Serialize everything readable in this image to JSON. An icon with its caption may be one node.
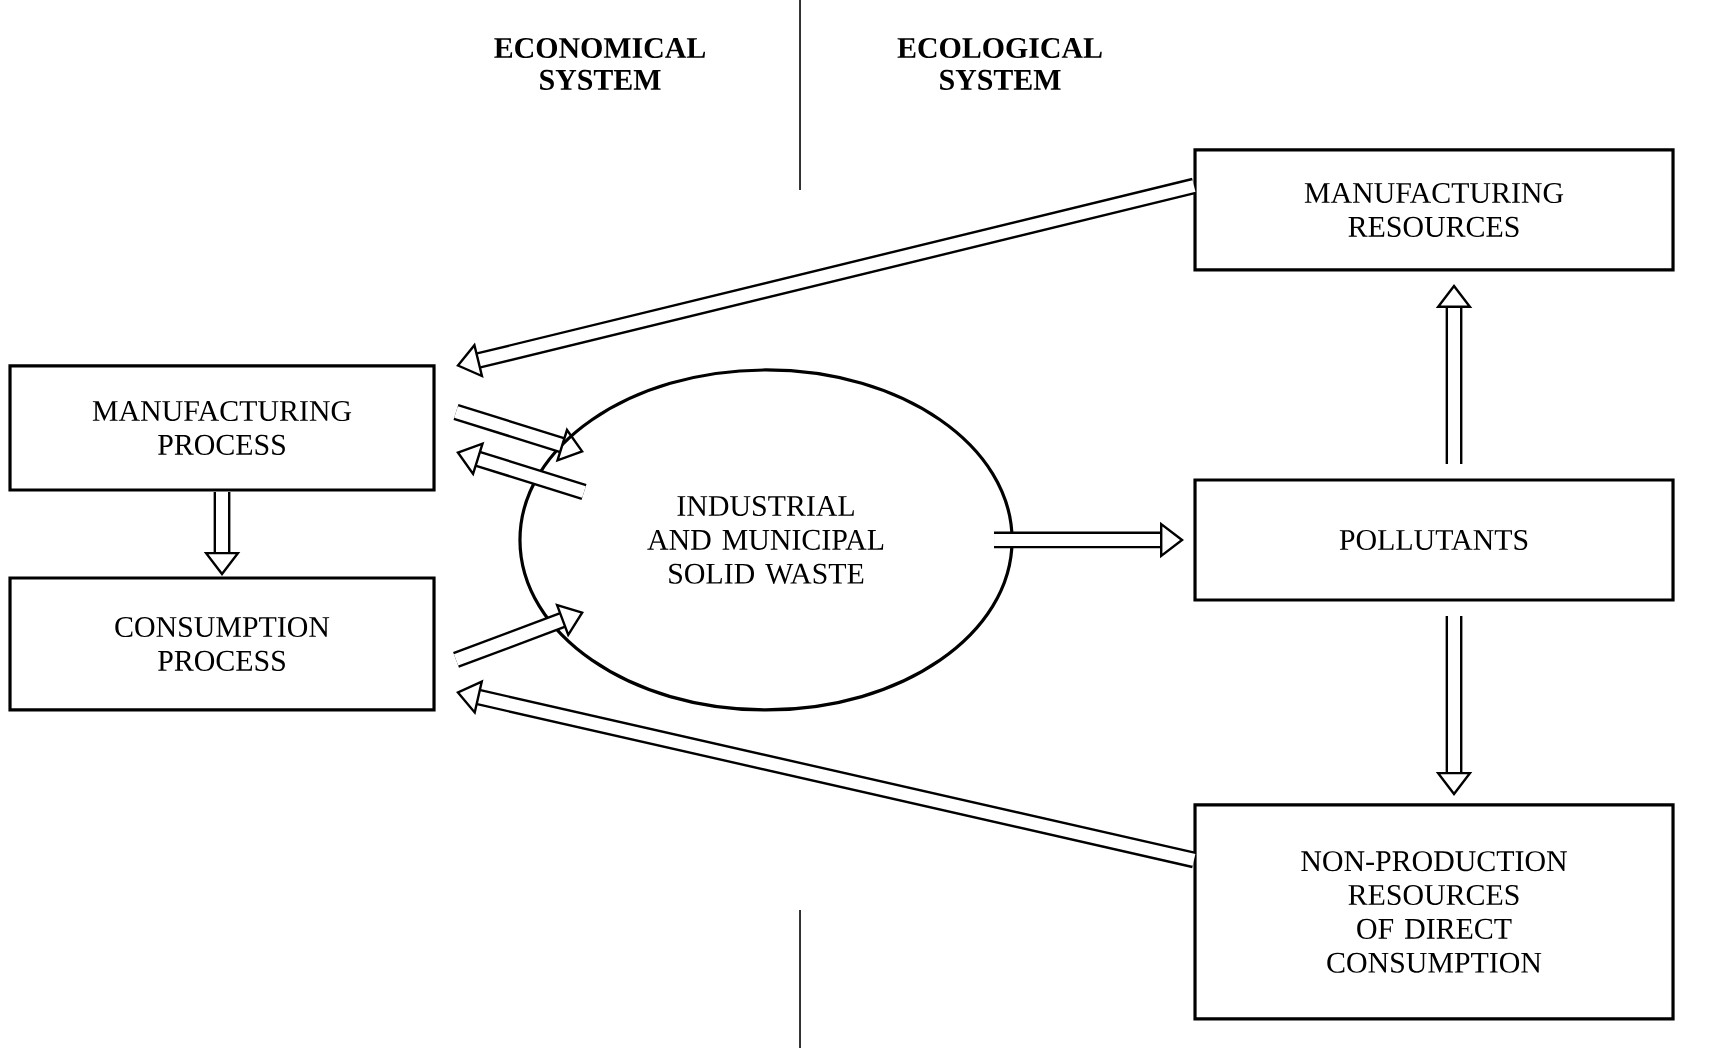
{
  "diagram": {
    "nodes": [
      {
        "text": [
          "MANUFACTURING PROCESS"
        ]
      },
      {
        "text": [
          "CONSUMPTION PROCESS"
        ]
      },
      {
        "text": [
          "INDUSTRIAL AND MUNICIPAL SOLID WASTE"
        ]
      },
      {
        "text": [
          "MANUFACTURING RESOURCES"
        ]
      },
      {
        "text": [
          "POLLUTANTS"
        ]
      },
      {
        "text": [
          "NON-PRODUCTION RESOURCES OF DIRECT CONSUMPTION"
        ]
      }
    ],
    "edges": [
      {
        "from": 3,
        "to": 0,
        "arrow": "to"
      },
      {
        "from": 0,
        "to": 2,
        "arrow": "to"
      },
      {
        "from": 2,
        "to": 0,
        "arrow": "to"
      },
      {
        "from": 0,
        "to": 1,
        "arrow": "to"
      },
      {
        "from": 1,
        "to": 2,
        "arrow": "to"
      },
      {
        "from": 5,
        "to": 1,
        "arrow": "to"
      },
      {
        "from": 2,
        "to": 4,
        "arrow": "to"
      },
      {
        "from": 4,
        "to": 3,
        "arrow": "to"
      },
      {
        "from": 4,
        "to": 5,
        "arrow": "to"
      }
    ],
    "labels": [
      "ECONOMICAL SYSTEM",
      "ECOLOGICAL SYSTEM"
    ]
  }
}
